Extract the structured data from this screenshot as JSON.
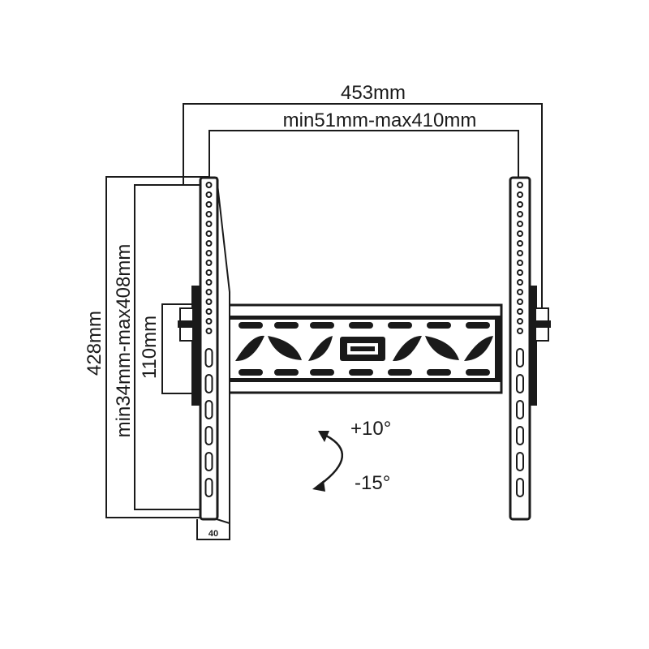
{
  "dimensions": {
    "overall_width": "453mm",
    "vesa_width_range": "min51mm-max410mm",
    "overall_height": "428mm",
    "vesa_height_range": "min34mm-max408mm",
    "wall_plate_height": "110mm",
    "profile_depth": "40"
  },
  "tilt": {
    "up": "+10°",
    "down": "-15°"
  },
  "colors": {
    "line": "#1a1a1a",
    "background": "#ffffff"
  }
}
